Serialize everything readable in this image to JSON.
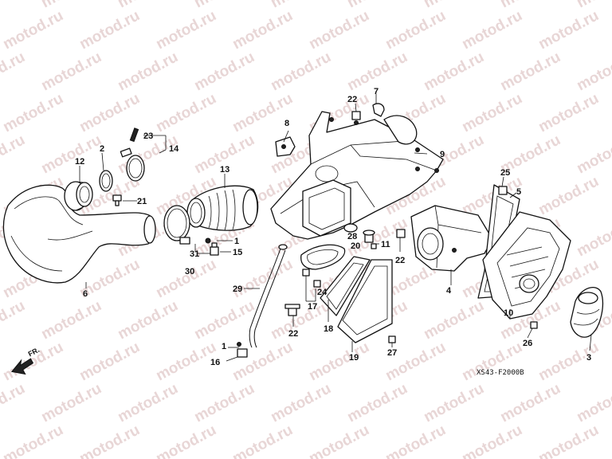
{
  "watermark": {
    "text": "motod.ru",
    "color": "#e8d6d6"
  },
  "diagram_code": "XS43-F2000B",
  "direction_label": "FR.",
  "callouts": [
    {
      "id": "c1a",
      "label": "1"
    },
    {
      "id": "c1b",
      "label": "1"
    },
    {
      "id": "c2",
      "label": "2"
    },
    {
      "id": "c3",
      "label": "3"
    },
    {
      "id": "c4",
      "label": "4"
    },
    {
      "id": "c5",
      "label": "5"
    },
    {
      "id": "c6",
      "label": "6"
    },
    {
      "id": "c7",
      "label": "7"
    },
    {
      "id": "c8",
      "label": "8"
    },
    {
      "id": "c9",
      "label": "9"
    },
    {
      "id": "c10",
      "label": "10"
    },
    {
      "id": "c11",
      "label": "11"
    },
    {
      "id": "c12",
      "label": "12"
    },
    {
      "id": "c13",
      "label": "13"
    },
    {
      "id": "c14",
      "label": "14"
    },
    {
      "id": "c15",
      "label": "15"
    },
    {
      "id": "c16",
      "label": "16"
    },
    {
      "id": "c17",
      "label": "17"
    },
    {
      "id": "c18",
      "label": "18"
    },
    {
      "id": "c19",
      "label": "19"
    },
    {
      "id": "c20",
      "label": "20"
    },
    {
      "id": "c21",
      "label": "21"
    },
    {
      "id": "c22a",
      "label": "22"
    },
    {
      "id": "c22b",
      "label": "22"
    },
    {
      "id": "c22c",
      "label": "22"
    },
    {
      "id": "c23",
      "label": "23"
    },
    {
      "id": "c24",
      "label": "24"
    },
    {
      "id": "c25",
      "label": "25"
    },
    {
      "id": "c26",
      "label": "26"
    },
    {
      "id": "c27",
      "label": "27"
    },
    {
      "id": "c28",
      "label": "28"
    },
    {
      "id": "c29",
      "label": "29"
    },
    {
      "id": "c30",
      "label": "30"
    },
    {
      "id": "c31",
      "label": "31"
    }
  ]
}
